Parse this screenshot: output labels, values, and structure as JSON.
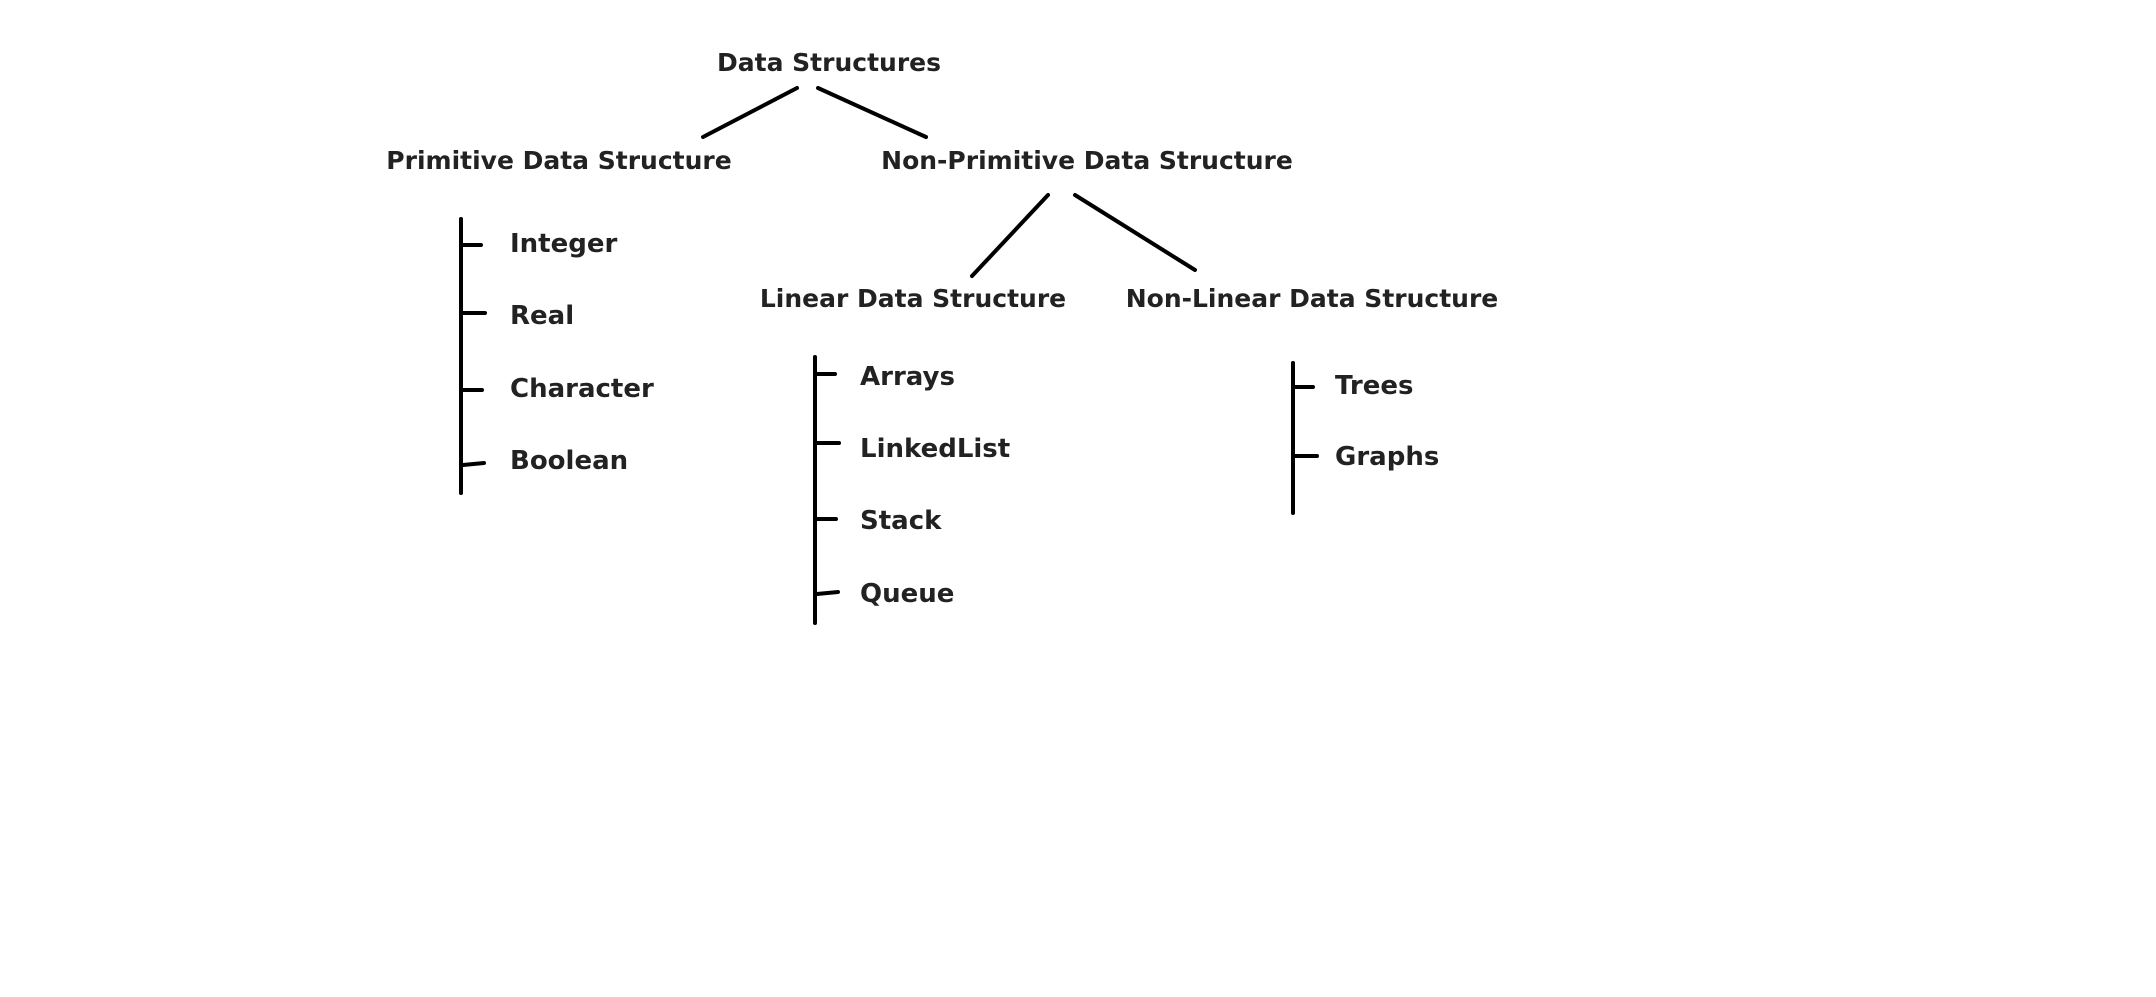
{
  "diagram": {
    "root": {
      "label": "Data Structures"
    },
    "primitive": {
      "label": "Primitive Data Structure",
      "items": [
        "Integer",
        "Real",
        "Character",
        "Boolean"
      ]
    },
    "non_primitive": {
      "label": "Non-Primitive Data Structure",
      "linear": {
        "label": "Linear Data Structure",
        "items": [
          "Arrays",
          "LinkedList",
          "Stack",
          "Queue"
        ]
      },
      "non_linear": {
        "label": "Non-Linear Data Structure",
        "items": [
          "Trees",
          "Graphs"
        ]
      }
    }
  },
  "colors": {
    "background": "#ffffff",
    "text": "#222222",
    "line": "#000000"
  }
}
